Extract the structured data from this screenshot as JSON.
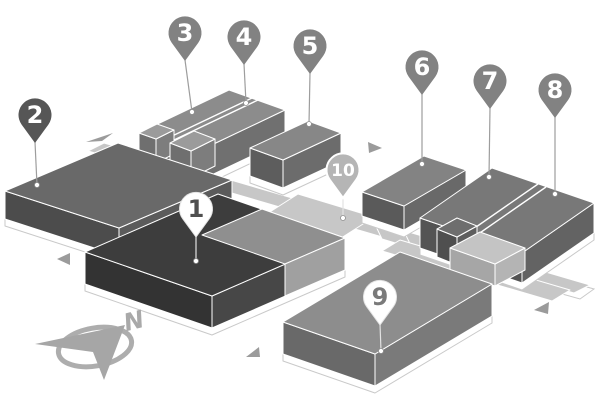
{
  "pins": [
    {
      "label": "1",
      "style": "white"
    },
    {
      "label": "2",
      "style": "dark"
    },
    {
      "label": "3",
      "style": "gray"
    },
    {
      "label": "4",
      "style": "gray"
    },
    {
      "label": "5",
      "style": "gray"
    },
    {
      "label": "6",
      "style": "gray"
    },
    {
      "label": "7",
      "style": "gray"
    },
    {
      "label": "8",
      "style": "gray"
    },
    {
      "label": "9",
      "style": "white"
    },
    {
      "label": "10",
      "style": "muted"
    }
  ],
  "compass": {
    "label": "N"
  },
  "palette": {
    "background": "#ffffff",
    "walkway": "#c7c7c7",
    "building_dark_top": "#3d3d3d",
    "building_mid_top": "#696969",
    "building_light_top": "#8c8c8c",
    "pin_dark": "#565656",
    "pin_gray": "#828282",
    "pin_muted": "#b5b5b5",
    "pin_white_bg": "#ffffff",
    "compass_gray": "#a6a6a6"
  }
}
